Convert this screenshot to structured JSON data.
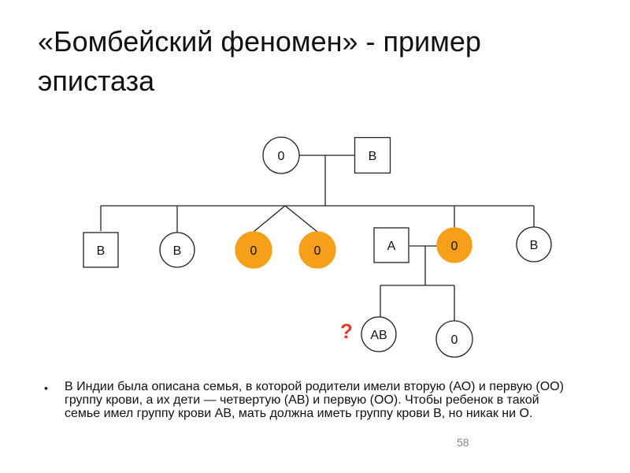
{
  "slide": {
    "title_line1": "«Бомбейский феномен» - пример",
    "title_line2": "эпистаза",
    "body_text": "В Индии была описана семья, в которой родители имели вторую (АО) и первую (ОО) группу крови, а их дети — четвертую (АВ) и первую (ОО). Чтобы ребенок в такой семье имел группу крови АВ, мать должна иметь группу крови В, но никак ни О.",
    "page_number": "58"
  },
  "colors": {
    "highlight": "#f5a018",
    "question": "#e03a2a",
    "line": "#222222"
  },
  "pedigree": {
    "parents": [
      {
        "id": "grandmother",
        "shape": "circle",
        "label": "0"
      },
      {
        "id": "grandfather",
        "shape": "square",
        "label": "B"
      }
    ],
    "children": [
      {
        "id": "son-1",
        "shape": "square",
        "label": "B"
      },
      {
        "id": "daughter-1",
        "shape": "circle",
        "label": "B"
      },
      {
        "id": "daughter-twin-1",
        "shape": "circle",
        "label": "0",
        "highlighted": true
      },
      {
        "id": "daughter-twin-2",
        "shape": "circle",
        "label": "0",
        "highlighted": true
      },
      {
        "id": "son-in-law",
        "shape": "square",
        "label": "A"
      },
      {
        "id": "daughter-2",
        "shape": "circle",
        "label": "0",
        "highlighted": true
      },
      {
        "id": "daughter-3",
        "shape": "circle",
        "label": "B"
      }
    ],
    "grandchildren": [
      {
        "id": "grandchild-1",
        "shape": "circle",
        "label": "AB",
        "question": "?"
      },
      {
        "id": "grandchild-2",
        "shape": "circle",
        "label": "0"
      }
    ]
  }
}
